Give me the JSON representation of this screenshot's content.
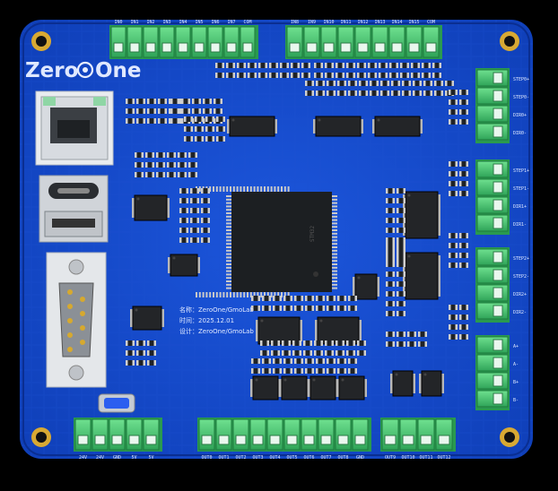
{
  "board": {
    "logo_text": [
      "Zero",
      "One"
    ],
    "silk_block": [
      "名称：ZeroOne/GmoLab",
      "时间：2025.12.01",
      "设计：ZeroOne/GmoLab"
    ]
  },
  "top_left_header": {
    "pins": [
      "IN0",
      "IN1",
      "IN2",
      "IN3",
      "IN4",
      "IN5",
      "IN6",
      "IN7",
      "COM"
    ]
  },
  "top_right_header": {
    "pins": [
      "IN8",
      "IN9",
      "IN10",
      "IN11",
      "IN12",
      "IN13",
      "IN14",
      "IN15",
      "COM"
    ]
  },
  "bottom_left_header": {
    "pins": [
      "24V",
      "24V",
      "GND",
      "5V",
      "5V"
    ]
  },
  "bottom_mid_header": {
    "pins": [
      "OUT0",
      "OUT1",
      "OUT2",
      "OUT3",
      "OUT4",
      "OUT5",
      "OUT6",
      "OUT7",
      "OUT8",
      "GND"
    ]
  },
  "bottom_right_header": {
    "pins": [
      "OUT9",
      "OUT10",
      "OUT11",
      "OUT12"
    ]
  },
  "right_headers": [
    {
      "pins": [
        "STEP0+",
        "STEP0-",
        "DIR0+",
        "DIR0-"
      ]
    },
    {
      "pins": [
        "STEP1+",
        "STEP1-",
        "DIR1+",
        "DIR1-"
      ]
    },
    {
      "pins": [
        "STEP2+",
        "STEP2-",
        "DIR2+",
        "DIR2-"
      ]
    },
    {
      "pins": [
        "A+",
        "A-",
        "B+",
        "B-"
      ]
    }
  ],
  "colors": {
    "pcb": "#1448c8",
    "pcb_dark": "#0b2f99",
    "terminal": "#3fbf6a",
    "ic": "#222426",
    "pad": "#c8c8c8"
  }
}
